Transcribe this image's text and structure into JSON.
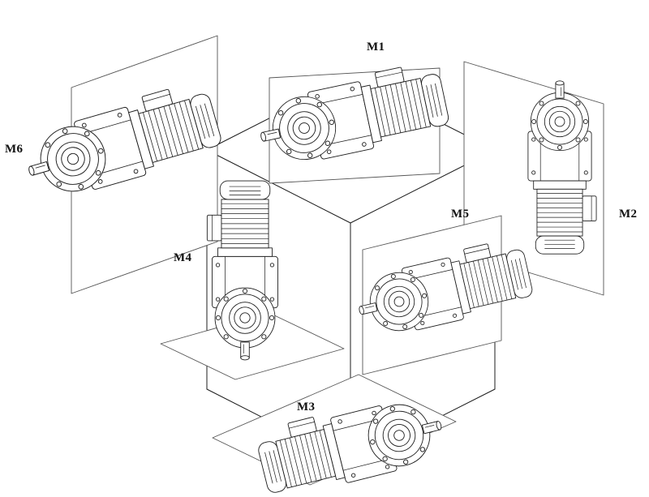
{
  "diagram": {
    "type": "gearmotor-mounting-positions",
    "colors": {
      "line": "#1c1c1c",
      "plane": "#555555",
      "background": "#ffffff"
    },
    "positions": {
      "m1": {
        "label": "M1"
      },
      "m2": {
        "label": "M2"
      },
      "m3": {
        "label": "M3"
      },
      "m4": {
        "label": "M4"
      },
      "m5": {
        "label": "M5"
      },
      "m6": {
        "label": "M6"
      }
    }
  }
}
